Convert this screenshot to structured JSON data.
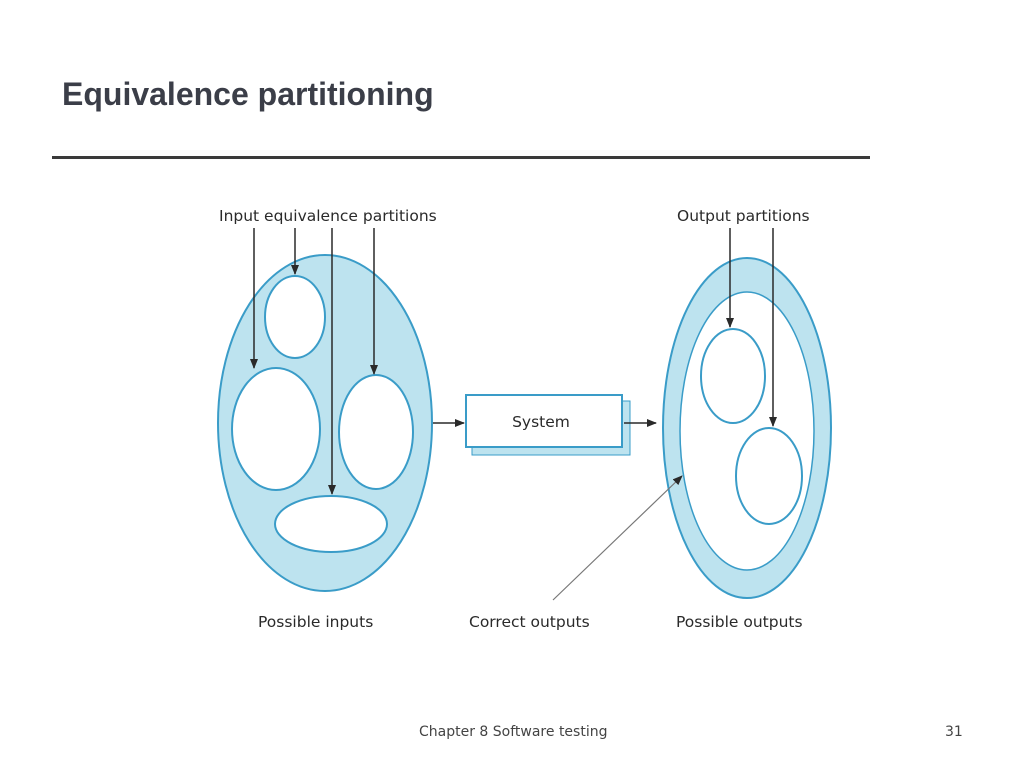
{
  "slide": {
    "title": "Equivalence partitioning"
  },
  "diagram": {
    "input_partitions_label": "Input equivalence partitions",
    "output_partitions_label": "Output partitions",
    "system_label": "System",
    "possible_inputs_label": "Possible inputs",
    "correct_outputs_label": "Correct outputs",
    "possible_outputs_label": "Possible outputs",
    "colors": {
      "fill": "#bde3ef",
      "stroke": "#3a9cc8",
      "arrow": "#2a2a2a"
    }
  },
  "footer": {
    "chapter": "Chapter 8 Software testing",
    "page_number": "31"
  }
}
